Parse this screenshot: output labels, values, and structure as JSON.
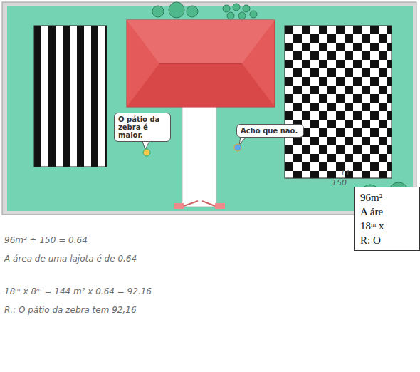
{
  "diagram": {
    "nodes": [
      {
        "text": [
          "O pátio da zebra é maior."
        ]
      },
      {
        "text": [
          "Acho que não."
        ]
      },
      {
        "text": [
          "96m²",
          "A áre",
          "18ᵐ x",
          "R: O"
        ]
      }
    ],
    "labels": [
      "11",
      "150",
      "96m² ÷ 150 = 0.64",
      "A área de uma lajota é de 0,64",
      "18ᵐ x 8ᵐ = 144 m² x 0.64 = 92.16",
      "R.: O pátio da zebra tem 92,16"
    ]
  }
}
